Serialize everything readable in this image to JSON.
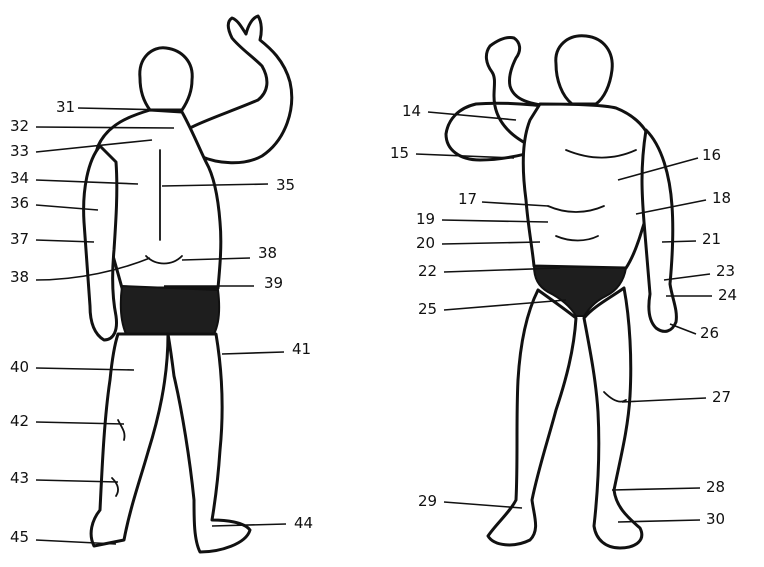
{
  "figures": {
    "back_view": {
      "icon": "human-figure-back-icon"
    },
    "front_view": {
      "icon": "human-figure-front-icon"
    }
  },
  "labels": {
    "l31": "31",
    "l32": "32",
    "l33": "33",
    "l34": "34",
    "l35": "35",
    "l36": "36",
    "l37": "37",
    "l38a": "38",
    "l38b": "38",
    "l39": "39",
    "l40": "40",
    "l41": "41",
    "l42": "42",
    "l43": "43",
    "l44": "44",
    "l45": "45",
    "l14": "14",
    "l15": "15",
    "l16": "16",
    "l17": "17",
    "l18": "18",
    "l19": "19",
    "l20": "20",
    "l21": "21",
    "l22": "22",
    "l23": "23",
    "l24": "24",
    "l25": "25",
    "l26": "26",
    "l27": "27",
    "l28": "28",
    "l29": "29",
    "l30": "30"
  },
  "colors": {
    "ink": "#111111",
    "garment": "#1e1e1e",
    "background": "#ffffff"
  }
}
